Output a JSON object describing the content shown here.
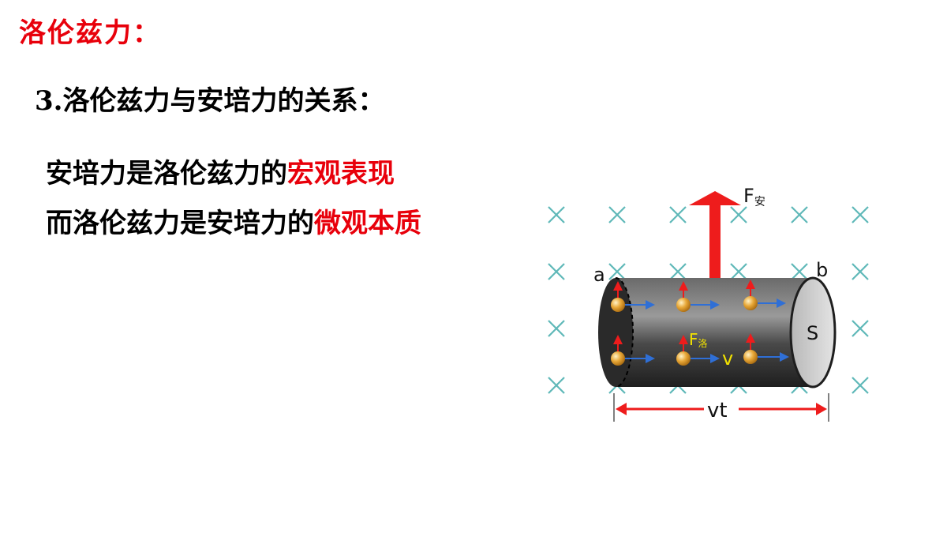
{
  "slide": {
    "title": "洛伦兹力：",
    "heading": "3.洛伦兹力与安培力的关系：",
    "line1": {
      "prefix": "安培力是洛伦兹力的",
      "highlight": "宏观表现"
    },
    "line2": {
      "prefix": "而洛伦兹力是安培力的",
      "highlight": "微观本质"
    }
  },
  "colors": {
    "title": "#e8000b",
    "highlight": "#e8000b",
    "field_cross": "#5fb8b8",
    "force_arrow": "#ee1c1c",
    "velocity_arrow": "#2f6fd6",
    "label_yellow": "#f2e200",
    "conductor": "#3a3a3a",
    "charge": "#e8a838"
  },
  "diagram": {
    "force_label_main": "F",
    "force_label_sub": "安",
    "end_label_a": "a",
    "end_label_b": "b",
    "cross_section_label": "S",
    "lorentz_label_main": "F",
    "lorentz_label_sub": "洛",
    "velocity_label": "v",
    "length_label": "vt",
    "field_icon": "cross-icon"
  }
}
